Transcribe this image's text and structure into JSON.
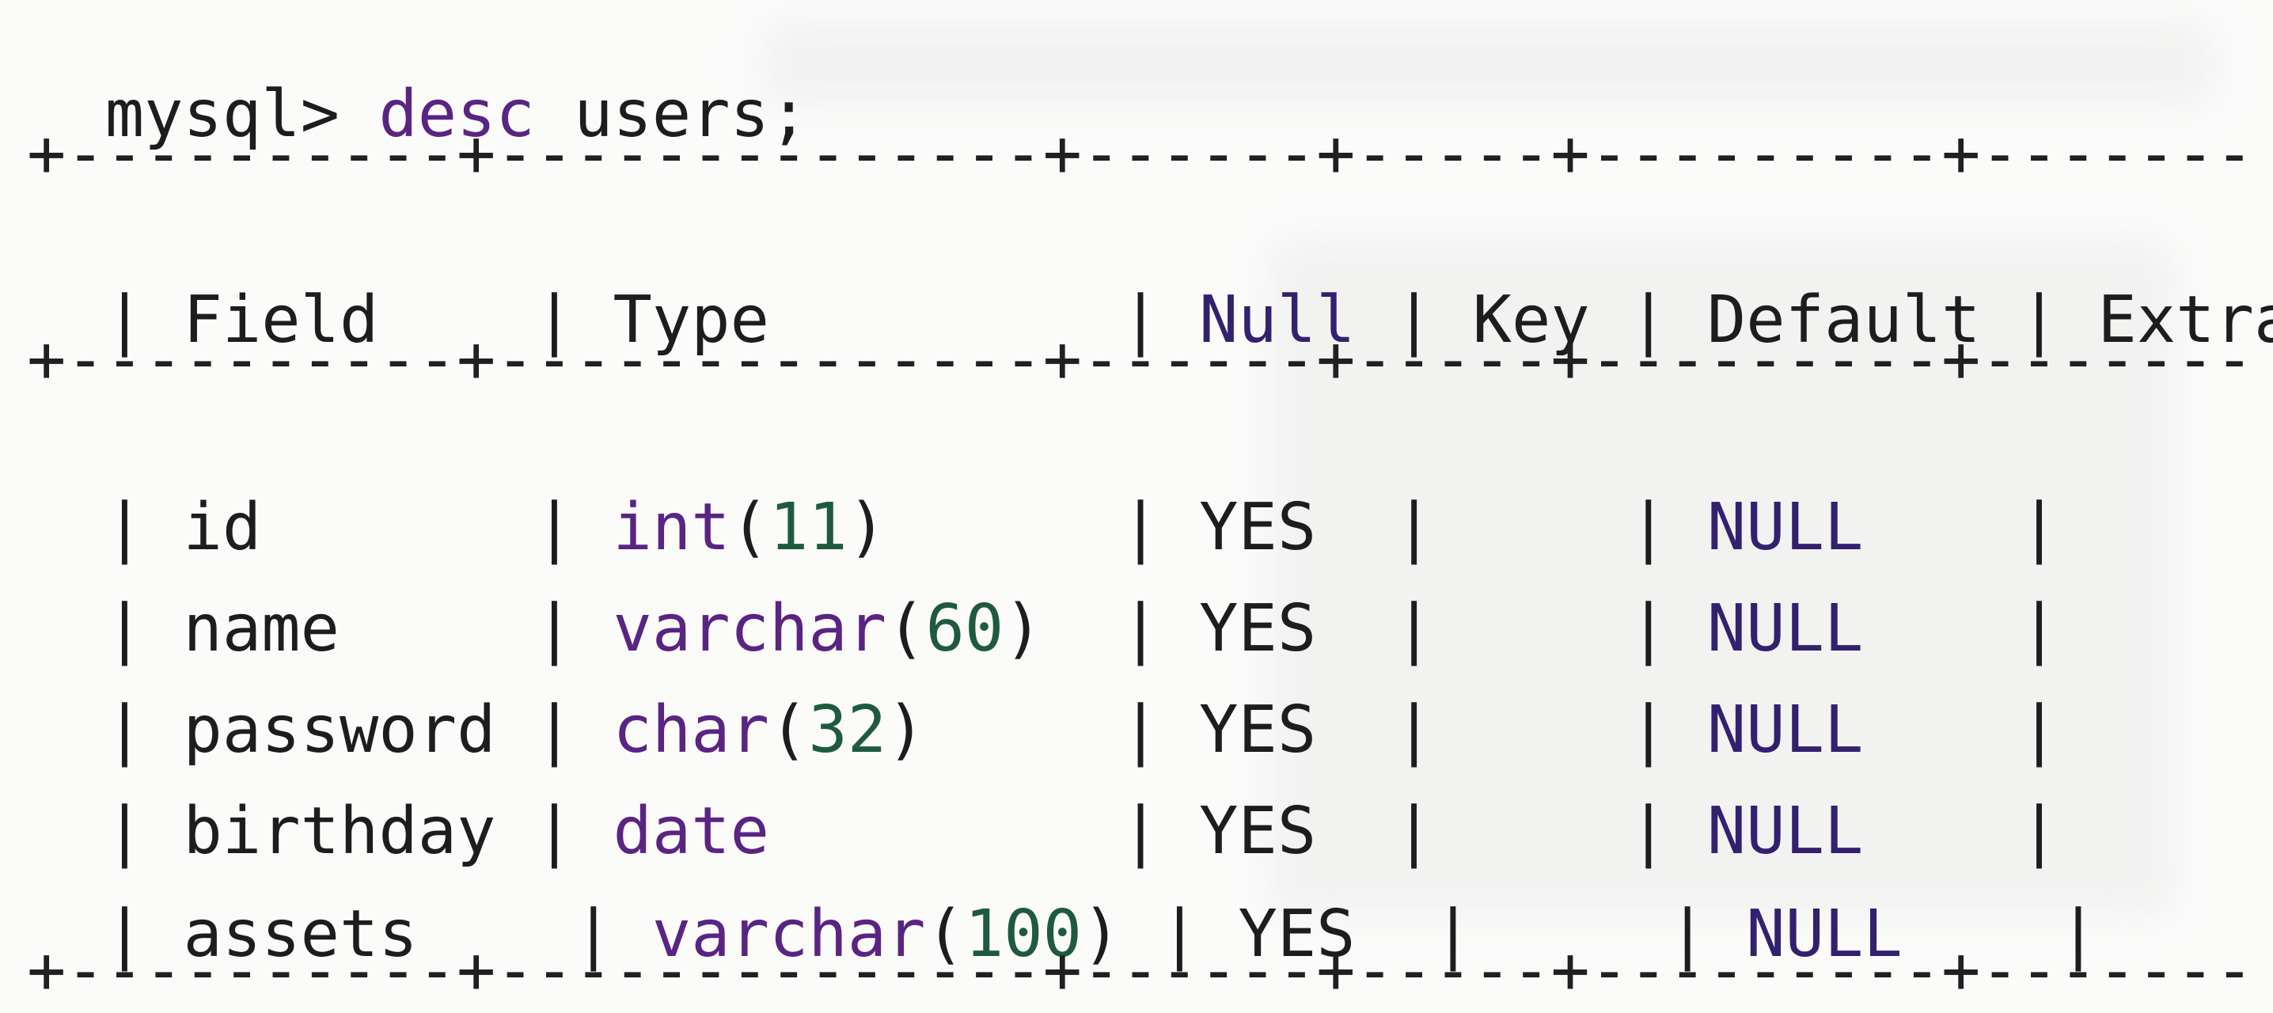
{
  "terminal": {
    "prompt": "mysql> ",
    "command_keyword": "desc",
    "command_rest": " users;"
  },
  "table": {
    "border_line": "+----------+--------------+------+-----+---------+-------",
    "header_line_1": "| Field    | Type         | ",
    "header_null": "Null",
    "header_line_2": " | Key | Default | Extra",
    "rows": [
      {
        "prefix": "| id       | ",
        "type_name": "int",
        "open_paren": "(",
        "type_size": "11",
        "close_paren": ")",
        "mid": "      | YES  |     | ",
        "default": "NULL",
        "suffix": "    |"
      },
      {
        "prefix": "| name     | ",
        "type_name": "varchar",
        "open_paren": "(",
        "type_size": "60",
        "close_paren": ")",
        "mid": "  | YES  |     | ",
        "default": "NULL",
        "suffix": "    |"
      },
      {
        "prefix": "| password | ",
        "type_name": "char",
        "open_paren": "(",
        "type_size": "32",
        "close_paren": ")",
        "mid": "     | YES  |     | ",
        "default": "NULL",
        "suffix": "    |"
      },
      {
        "prefix": "| birthday | ",
        "type_name": "date",
        "open_paren": "",
        "type_size": "",
        "close_paren": "",
        "mid": "         | YES  |     | ",
        "default": "NULL",
        "suffix": "    |"
      },
      {
        "prefix": "| assets    | ",
        "type_name": "varchar",
        "open_paren": "(",
        "type_size": "100",
        "close_paren": ")",
        "mid": " | YES  |     | ",
        "default": "NULL",
        "suffix": "    |"
      }
    ],
    "bottom_border_line": "+----------+--------------+------+-----+---------+-------"
  },
  "colors": {
    "background": "#fbfbfa",
    "text": "#1d1d1d",
    "keyword": "#5a2483",
    "number": "#1f5a3f",
    "null_value": "#33206f"
  }
}
